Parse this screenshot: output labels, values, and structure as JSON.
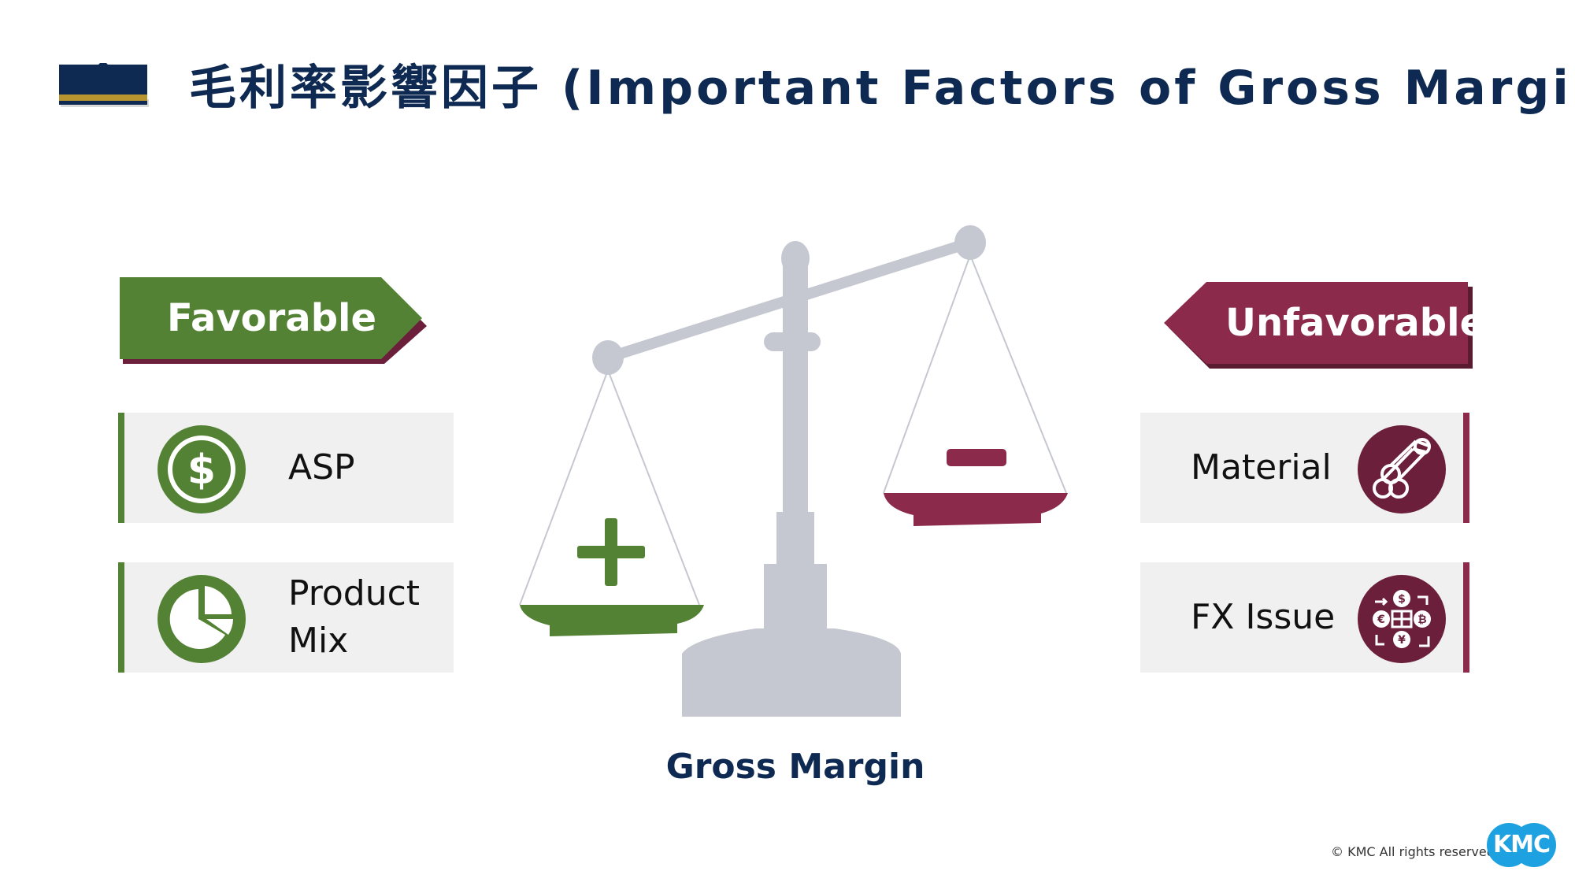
{
  "header": {
    "title": "毛利率影響因子 (Important Factors of Gross Margin)"
  },
  "favorable": {
    "label": "Favorable",
    "items": [
      {
        "label": "ASP",
        "icon": "dollar-icon"
      },
      {
        "label": "Product Mix",
        "icon": "pie-chart-icon"
      }
    ]
  },
  "unfavorable": {
    "label": "Unfavorable",
    "items": [
      {
        "label": "Material",
        "icon": "pipes-icon"
      },
      {
        "label": "FX Issue",
        "icon": "currency-exchange-icon"
      }
    ]
  },
  "scale": {
    "label": "Gross Margin",
    "left_sign": "+",
    "right_sign": "−"
  },
  "footer": {
    "copyright": "© KMC All rights reserved",
    "logo_text": "KMC"
  },
  "colors": {
    "navy": "#0f2a52",
    "gold": "#b8952f",
    "favorable_green": "#548235",
    "unfavorable_maroon": "#8b2a4b",
    "scale_gray": "#c5c8d0",
    "card_bg": "#f0f0f0",
    "logo_blue": "#1ea1e0"
  }
}
